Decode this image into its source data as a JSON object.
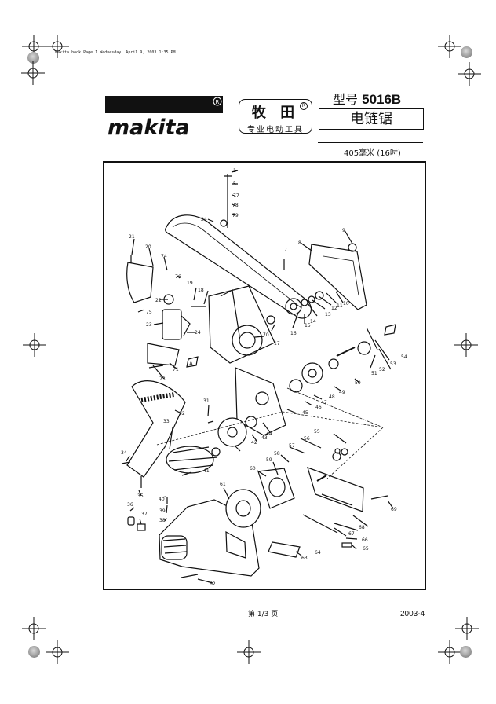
{
  "print_header": "makita.book  Page 1  Wednesday, April 9, 2003  1:35 PM",
  "brand": {
    "logo": "makita",
    "name": "牧 田",
    "tagline": "专业电动工具"
  },
  "model": {
    "prefix": "型号",
    "number": "5016B"
  },
  "product_name": "电链锯",
  "size": "405毫米 (16吋)",
  "diagram": {
    "callouts": [
      "1",
      "5",
      "77",
      "78",
      "79",
      "24",
      "9",
      "8",
      "7",
      "21",
      "20",
      "74",
      "76",
      "19",
      "18",
      "22",
      "75",
      "23",
      "24",
      "73",
      "71",
      "A",
      "17",
      "70",
      "16",
      "15",
      "14",
      "13",
      "12",
      "11",
      "10",
      "54",
      "53",
      "52",
      "51",
      "50",
      "49",
      "48",
      "47",
      "46",
      "45",
      "44",
      "43",
      "42",
      "41",
      "33",
      "32",
      "31",
      "34",
      "35",
      "36",
      "37",
      "38",
      "39",
      "40",
      "55",
      "56",
      "57",
      "58",
      "59",
      "60",
      "61",
      "62",
      "63",
      "64",
      "65",
      "66",
      "67",
      "68",
      "69"
    ]
  },
  "footer": {
    "page": "第 1/3 页",
    "date_code": "2003-4"
  }
}
